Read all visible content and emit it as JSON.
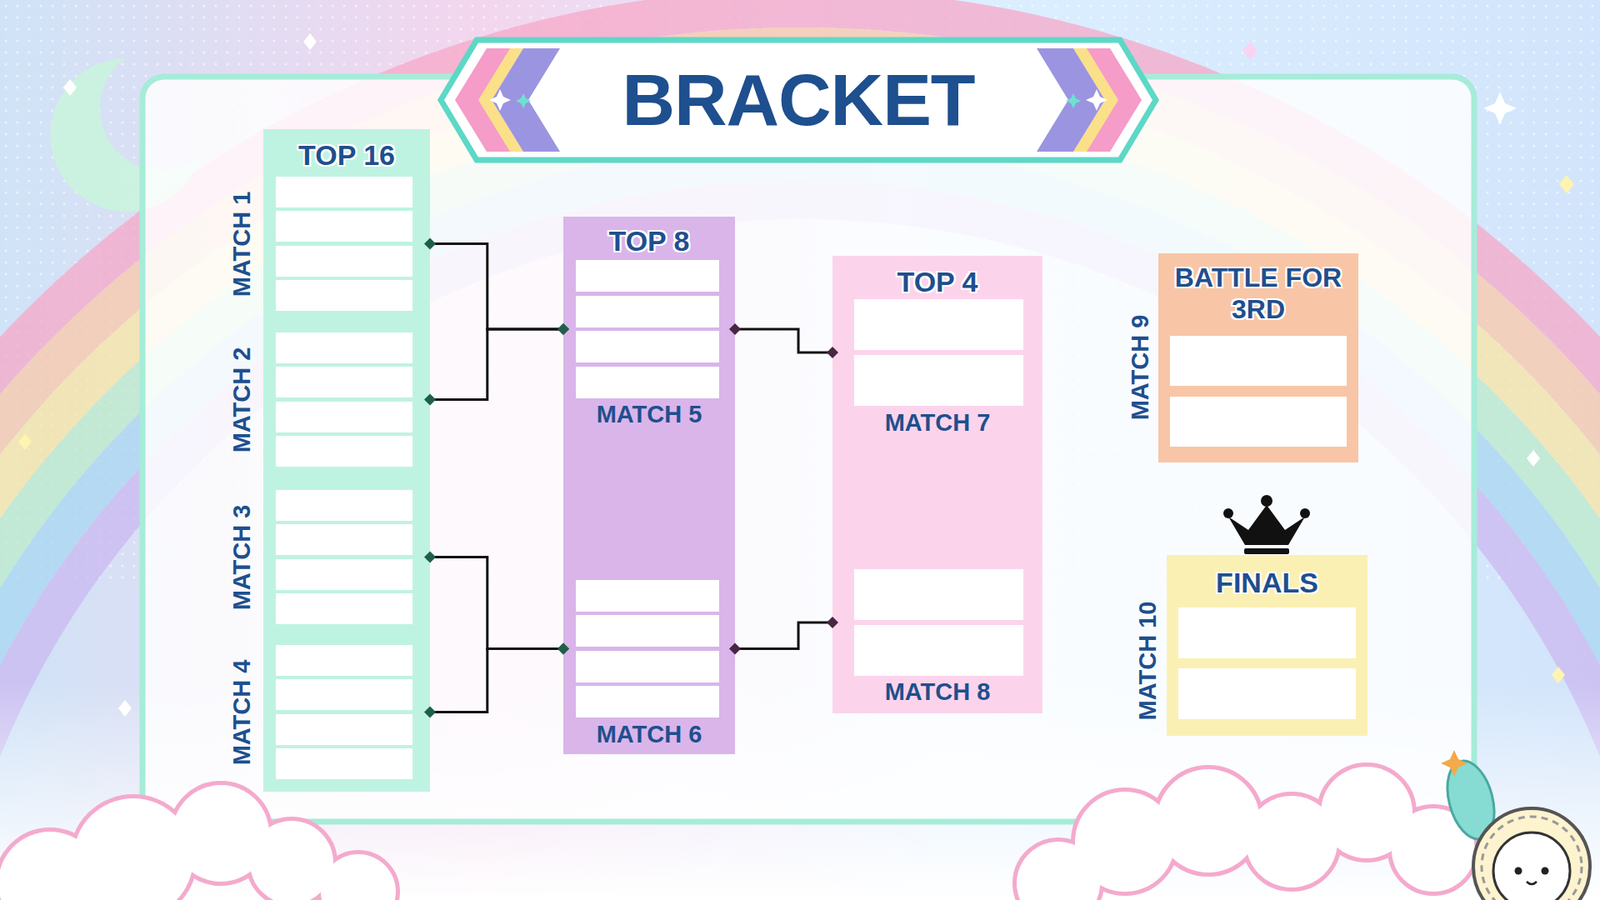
{
  "diagram": {
    "title": "BRACKET",
    "nodes": [
      {
        "text": [
          "TOP 16"
        ]
      },
      {
        "text": [
          "MATCH 1"
        ],
        "in": 0
      },
      {
        "text": [
          "MATCH 2"
        ],
        "in": 0
      },
      {
        "text": [
          "MATCH 3"
        ],
        "in": 0
      },
      {
        "text": [
          "MATCH 4"
        ],
        "in": 0
      },
      {
        "text": [
          "TOP 8"
        ]
      },
      {
        "text": [
          "MATCH 5"
        ],
        "in": 5
      },
      {
        "text": [
          "MATCH 6"
        ],
        "in": 5
      },
      {
        "text": [
          "TOP 4"
        ]
      },
      {
        "text": [
          "MATCH 7"
        ],
        "in": 8
      },
      {
        "text": [
          "MATCH 8"
        ],
        "in": 8
      },
      {
        "text": [
          "BATTLE FOR 3RD",
          "MATCH 9"
        ]
      },
      {
        "text": [
          "FINALS",
          "MATCH 10"
        ]
      }
    ],
    "edges": [
      {
        "from": 1,
        "to": 6,
        "arrow": "none"
      },
      {
        "from": 2,
        "to": 6,
        "arrow": "none"
      },
      {
        "from": 3,
        "to": 7,
        "arrow": "none"
      },
      {
        "from": 4,
        "to": 7,
        "arrow": "none"
      },
      {
        "from": 6,
        "to": 9,
        "arrow": "none"
      },
      {
        "from": 7,
        "to": 10,
        "arrow": "none"
      }
    ]
  }
}
